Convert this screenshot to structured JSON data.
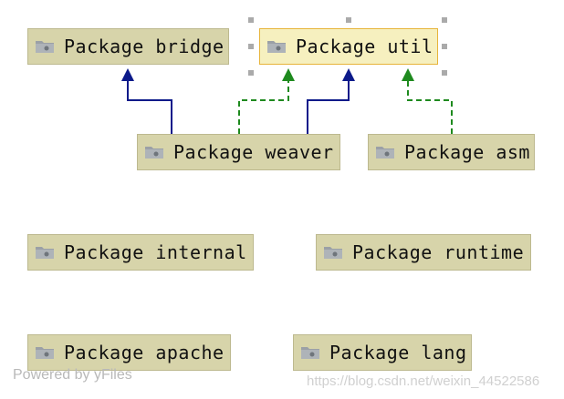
{
  "diagram": {
    "nodes": [
      {
        "id": "bridge",
        "label": "Package bridge"
      },
      {
        "id": "util",
        "label": "Package util",
        "selected": true
      },
      {
        "id": "weaver",
        "label": "Package weaver"
      },
      {
        "id": "asm",
        "label": "Package asm"
      },
      {
        "id": "internal",
        "label": "Package internal"
      },
      {
        "id": "runtime",
        "label": "Package runtime"
      },
      {
        "id": "apache",
        "label": "Package apache"
      },
      {
        "id": "lang",
        "label": "Package lang"
      }
    ],
    "edges": [
      {
        "from": "weaver",
        "to": "bridge",
        "style": "solid",
        "color": "#0c1a8a"
      },
      {
        "from": "weaver",
        "to": "util",
        "style": "dashed",
        "color": "#1e8a1e"
      },
      {
        "from": "weaver",
        "to": "util",
        "style": "solid",
        "color": "#0c1a8a"
      },
      {
        "from": "asm",
        "to": "util",
        "style": "dashed",
        "color": "#1e8a1e"
      }
    ],
    "icon": "folder-icon"
  },
  "watermarks": {
    "powered_by": "Powered by yFiles",
    "source": "https://blog.csdn.net/weixin_44522586"
  }
}
